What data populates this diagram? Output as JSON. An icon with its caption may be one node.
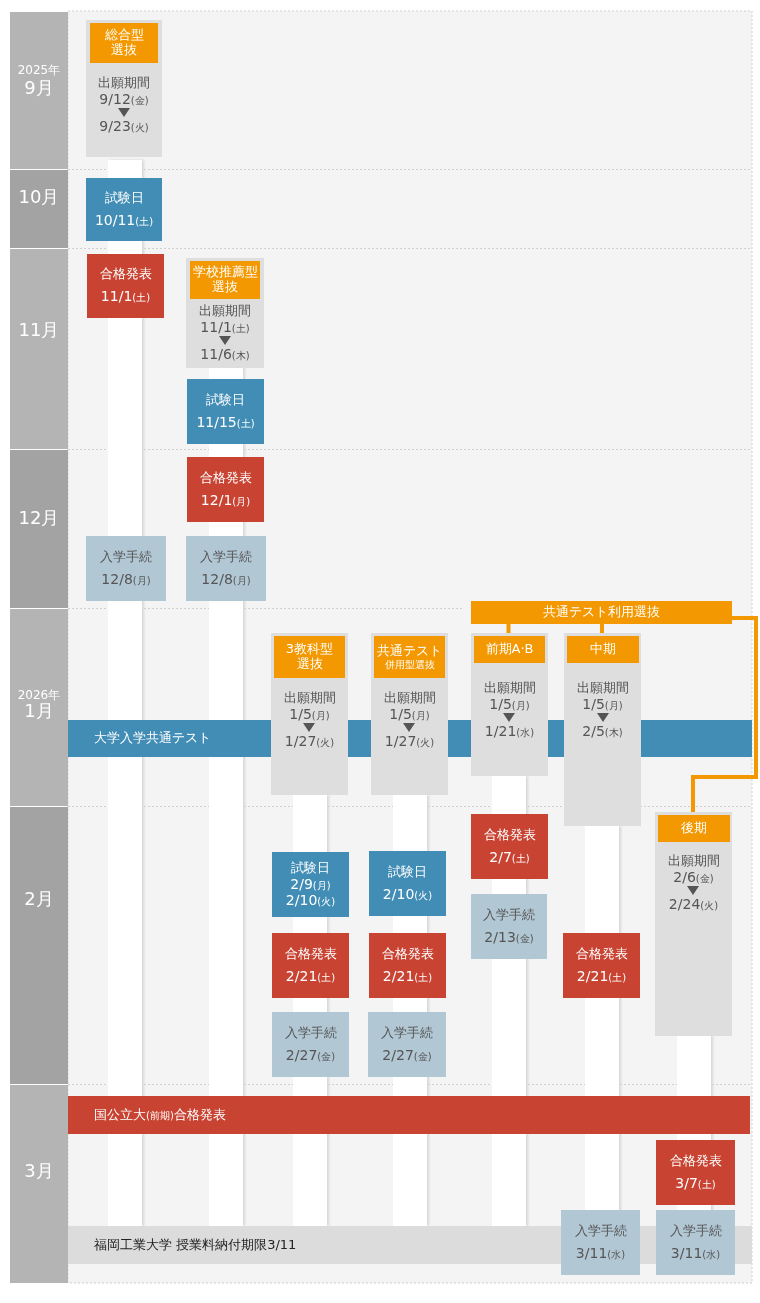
{
  "diagram": {
    "nodes": [
      {
        "text": [
          "出願期間",
          "9/12(金)",
          "9/23(火)"
        ]
      },
      {
        "text": [
          "総合型選抜"
        ],
        "in": 0
      },
      {
        "text": [
          "試験日",
          "10/11(土)"
        ]
      },
      {
        "text": [
          "合格発表",
          "11/1(土)"
        ]
      },
      {
        "text": [
          "出願期間",
          "11/1(土)",
          "11/6(木)"
        ]
      },
      {
        "text": [
          "学校推薦型選抜"
        ],
        "in": 4
      },
      {
        "text": [
          "試験日",
          "11/15(土)"
        ]
      },
      {
        "text": [
          "合格発表",
          "12/1(月)"
        ]
      },
      {
        "text": [
          "入学手続",
          "12/8(月)"
        ]
      },
      {
        "text": [
          "入学手続",
          "12/8(月)"
        ]
      },
      {
        "text": [
          "共通テスト利用選抜"
        ]
      },
      {
        "text": [
          "出願期間",
          "1/5(月)",
          "1/27(火)"
        ]
      },
      {
        "text": [
          "3教科型選抜"
        ],
        "in": 11
      },
      {
        "text": [
          "出願期間",
          "1/5(月)",
          "1/27(火)"
        ]
      },
      {
        "text": [
          "共通テスト",
          "併用型選抜"
        ],
        "in": 13
      },
      {
        "text": [
          "出願期間",
          "1/5(月)",
          "1/21(水)"
        ]
      },
      {
        "text": [
          "前期A·B"
        ],
        "in": 15
      },
      {
        "text": [
          "出願期間",
          "1/5(月)",
          "2/5(木)"
        ]
      },
      {
        "text": [
          "中期"
        ],
        "in": 17
      },
      {
        "text": [
          "大学入学共通テスト"
        ]
      },
      {
        "text": [
          "出願期間",
          "2/6(金)",
          "2/24(火)"
        ]
      },
      {
        "text": [
          "後期"
        ],
        "in": 20
      },
      {
        "text": [
          "合格発表",
          "2/7(土)"
        ]
      },
      {
        "text": [
          "試験日",
          "2/9(月)",
          "2/10(火)"
        ]
      },
      {
        "text": [
          "試験日",
          "2/10(火)"
        ]
      },
      {
        "text": [
          "入学手続",
          "2/13(金)"
        ]
      },
      {
        "text": [
          "合格発表",
          "2/21(土)"
        ]
      },
      {
        "text": [
          "合格発表",
          "2/21(土)"
        ]
      },
      {
        "text": [
          "合格発表",
          "2/21(土)"
        ]
      },
      {
        "text": [
          "入学手続",
          "2/27(金)"
        ]
      },
      {
        "text": [
          "入学手続",
          "2/27(金)"
        ]
      },
      {
        "text": [
          "国公立大(前期)合格発表"
        ]
      },
      {
        "text": [
          "合格発表",
          "3/7(土)"
        ]
      },
      {
        "text": [
          "福岡工業大学 授業料納付期限3/11"
        ]
      },
      {
        "text": [
          "入学手続",
          "3/11(水)"
        ]
      },
      {
        "text": [
          "入学手続",
          "3/11(水)"
        ]
      }
    ],
    "edges": [
      {
        "from": 10,
        "to": 16,
        "arrow": "none"
      },
      {
        "from": 10,
        "to": 18,
        "arrow": "none"
      },
      {
        "from": 10,
        "to": 21,
        "arrow": "none"
      }
    ],
    "labels": [
      "2025年",
      "9月",
      "10月",
      "11月",
      "12月",
      "2026年",
      "1月",
      "2月",
      "3月"
    ]
  }
}
